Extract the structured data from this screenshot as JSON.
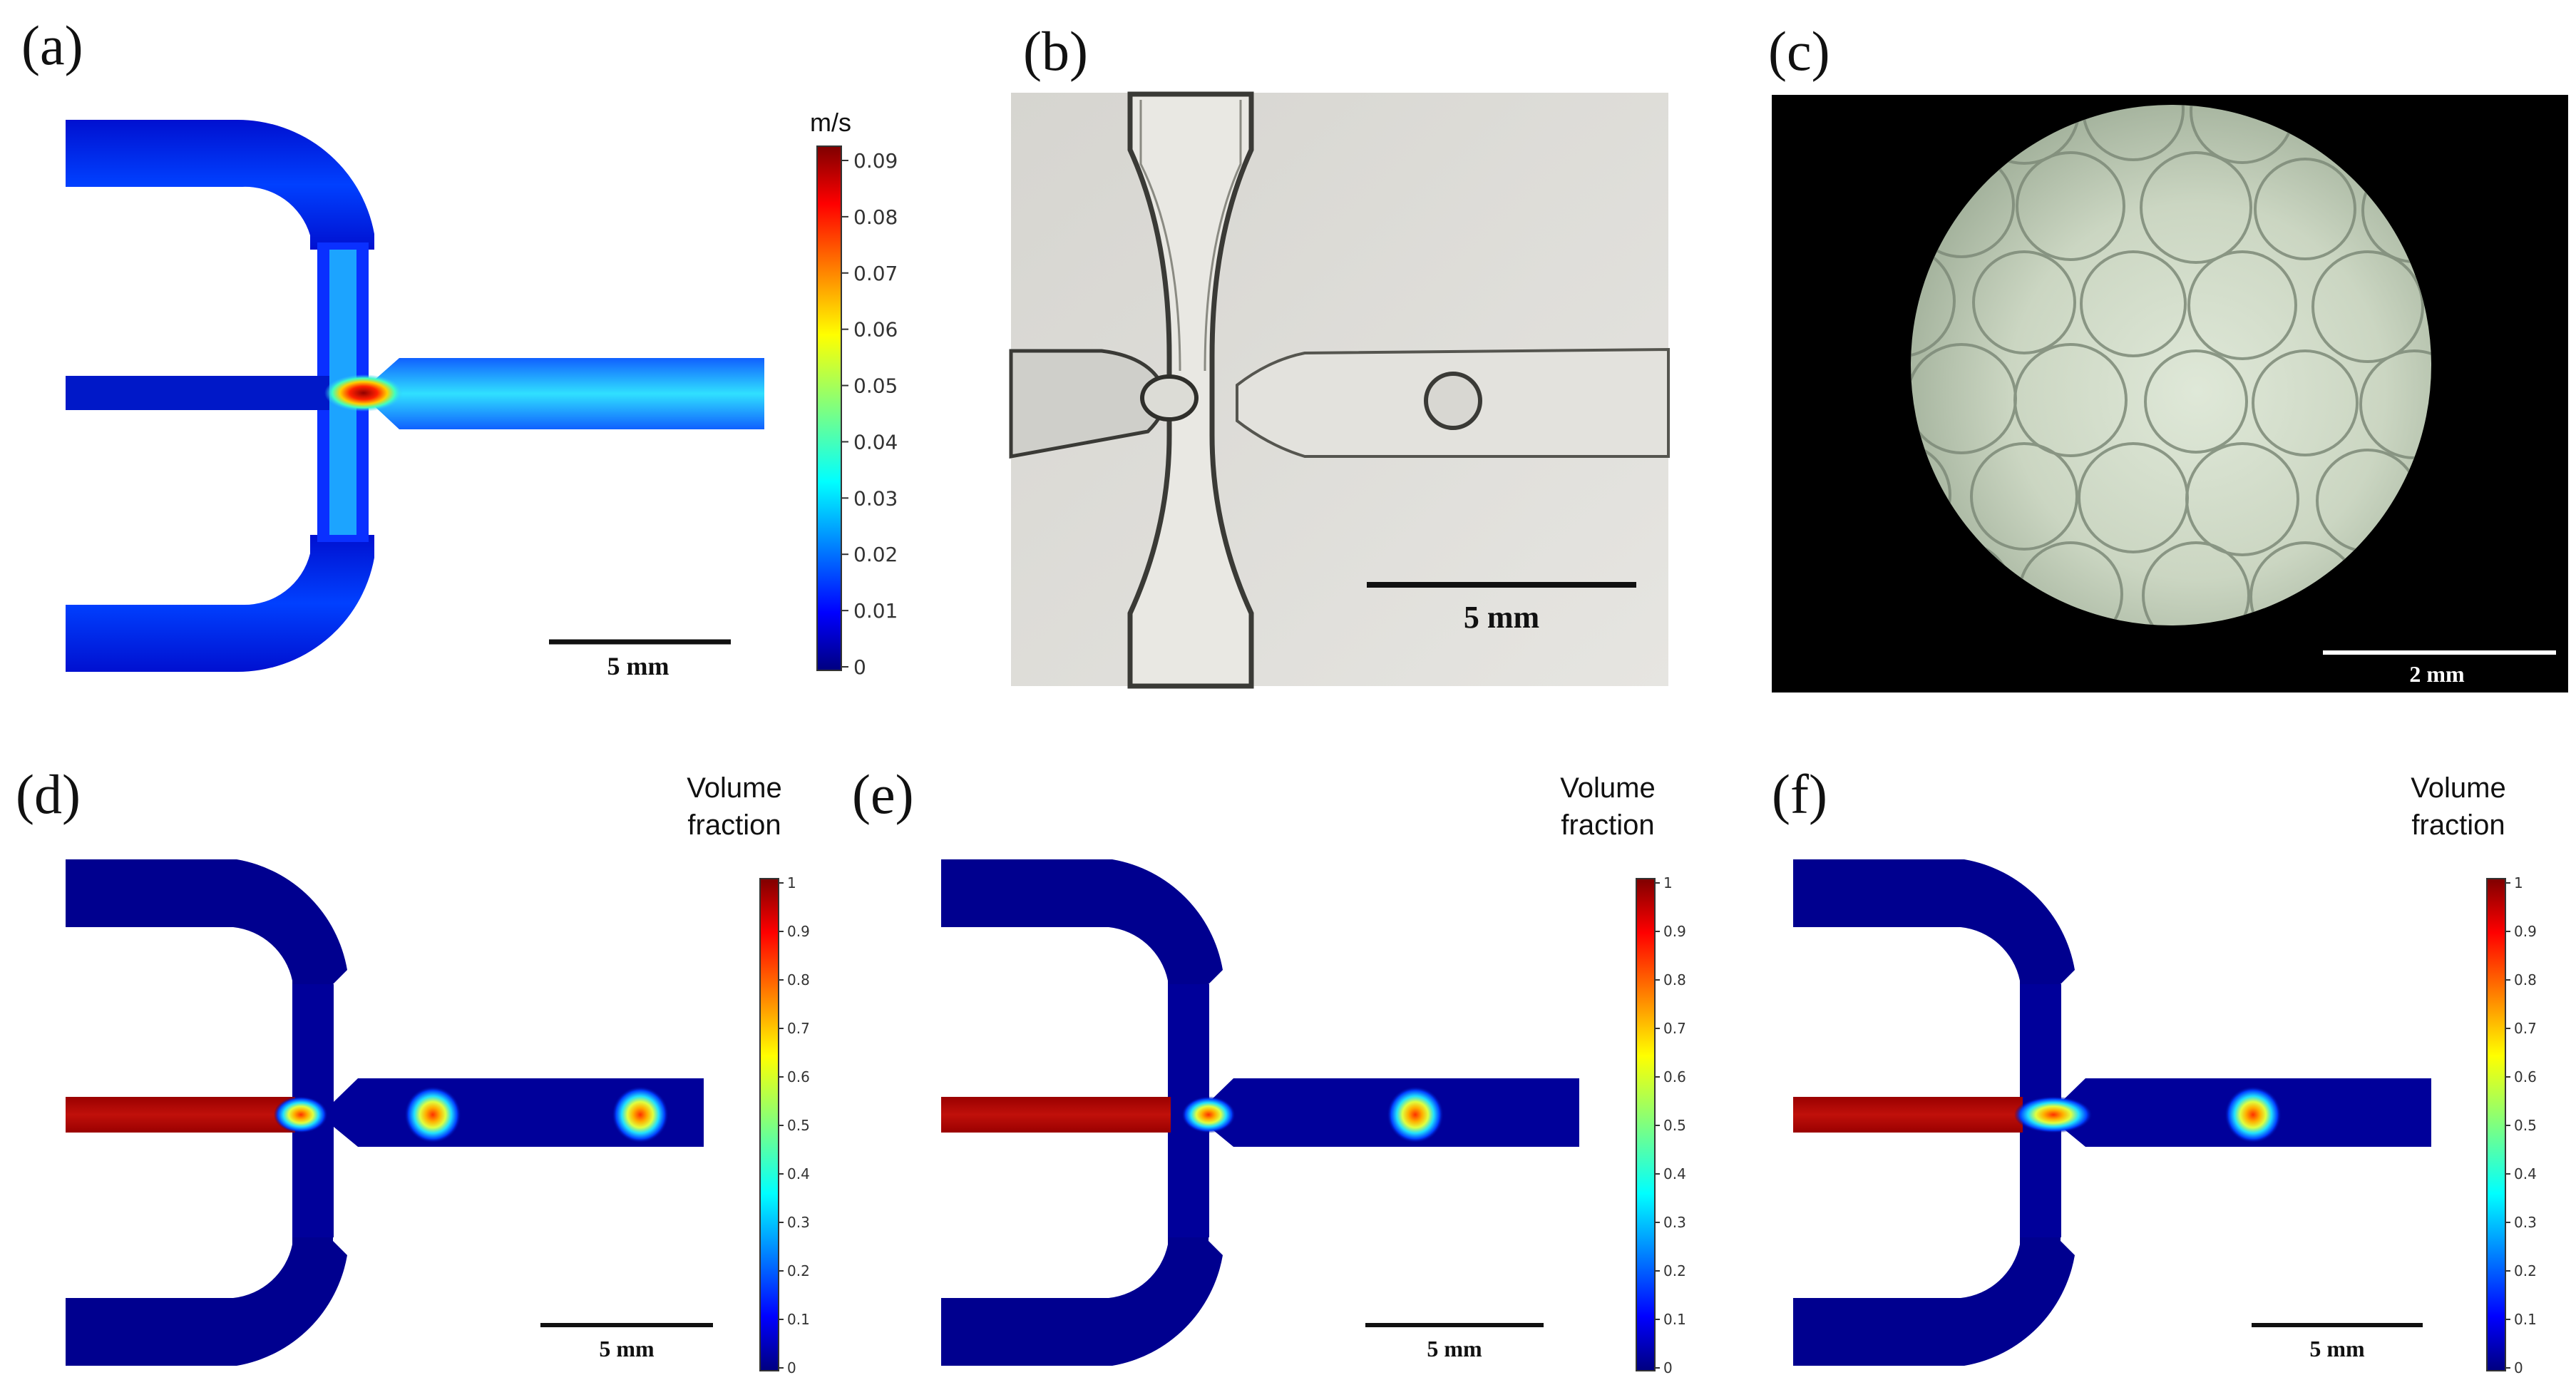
{
  "panel_labels": [
    "(a)",
    "(b)",
    "(c)",
    "(d)",
    "(e)",
    "(f)"
  ],
  "panel_a": {
    "colorbar_unit": "m/s",
    "ticks": [
      "0",
      "0.01",
      "0.02",
      "0.03",
      "0.04",
      "0.05",
      "0.06",
      "0.07",
      "0.08",
      "0.09"
    ],
    "scale_bar": "5 mm"
  },
  "panel_b": {
    "scale_bar": "5 mm"
  },
  "panel_c": {
    "scale_bar": "2 mm"
  },
  "panel_d": {
    "colorbar_title": [
      "Volume",
      "fraction"
    ],
    "ticks": [
      "0",
      "0.1",
      "0.2",
      "0.3",
      "0.4",
      "0.5",
      "0.6",
      "0.7",
      "0.8",
      "0.9",
      "1"
    ],
    "scale_bar": "5 mm"
  },
  "panel_e": {
    "colorbar_title": [
      "Volume",
      "fraction"
    ],
    "ticks": [
      "0",
      "0.1",
      "0.2",
      "0.3",
      "0.4",
      "0.5",
      "0.6",
      "0.7",
      "0.8",
      "0.9",
      "1"
    ],
    "scale_bar": "5 mm"
  },
  "panel_f": {
    "colorbar_title": [
      "Volume",
      "fraction"
    ],
    "ticks": [
      "0",
      "0.1",
      "0.2",
      "0.3",
      "0.4",
      "0.5",
      "0.6",
      "0.7",
      "0.8",
      "0.9",
      "1"
    ],
    "scale_bar": "5 mm"
  },
  "colors": {
    "jet_low": "#00007f",
    "jet_high": "#7f0000",
    "background": "#ffffff"
  }
}
